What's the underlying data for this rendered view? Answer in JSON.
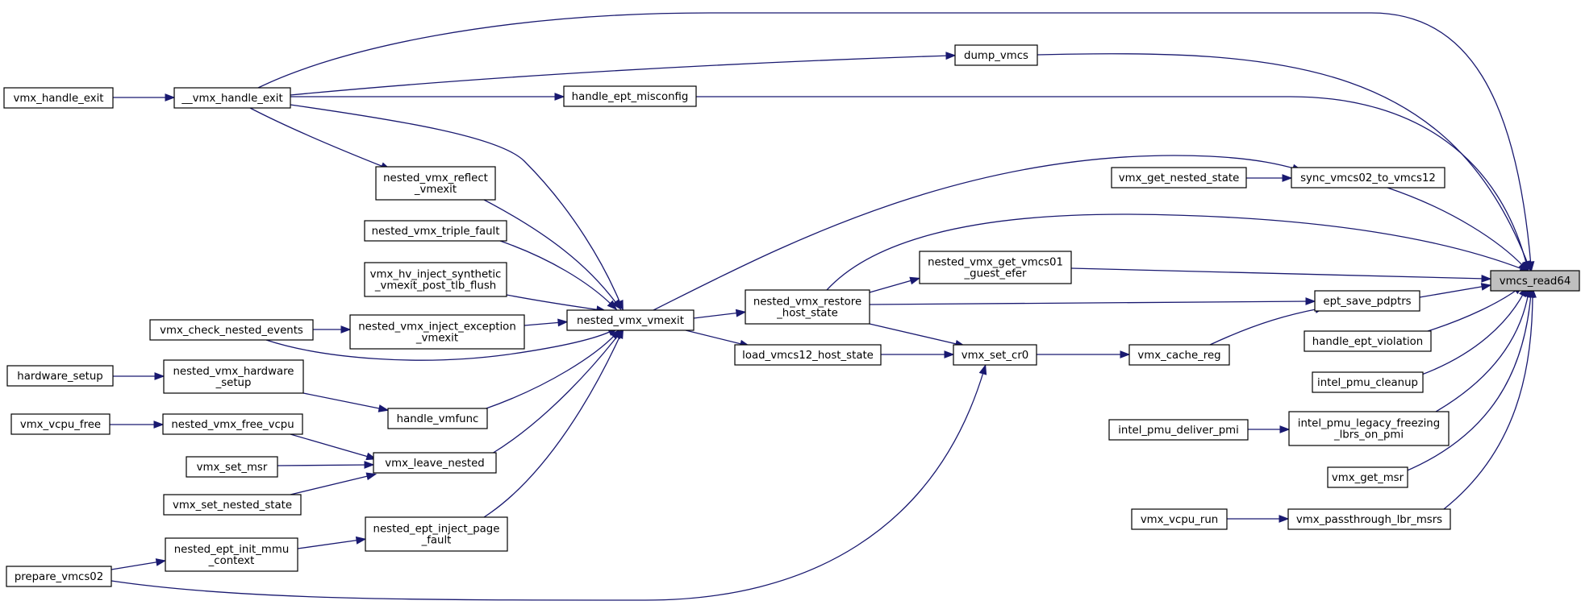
{
  "graph": {
    "edge_color": "#191970",
    "root_fill": "#bfbfbf",
    "nodes": [
      {
        "id": "vmcs_read64",
        "lines": [
          "vmcs_read64"
        ],
        "root": true
      },
      {
        "id": "vmx_handle_exit",
        "lines": [
          "vmx_handle_exit"
        ]
      },
      {
        "id": "__vmx_handle_exit",
        "lines": [
          "__vmx_handle_exit"
        ]
      },
      {
        "id": "dump_vmcs",
        "lines": [
          "dump_vmcs"
        ]
      },
      {
        "id": "handle_ept_misconfig",
        "lines": [
          "handle_ept_misconfig"
        ]
      },
      {
        "id": "nested_vmx_reflect_vmexit",
        "lines": [
          "nested_vmx_reflect",
          "_vmexit"
        ]
      },
      {
        "id": "nested_vmx_triple_fault",
        "lines": [
          "nested_vmx_triple_fault"
        ]
      },
      {
        "id": "vmx_hv_inject_synthetic_vmexit_post_tlb_flush",
        "lines": [
          "vmx_hv_inject_synthetic",
          "_vmexit_post_tlb_flush"
        ]
      },
      {
        "id": "vmx_check_nested_events",
        "lines": [
          "vmx_check_nested_events"
        ]
      },
      {
        "id": "nested_vmx_inject_exception_vmexit",
        "lines": [
          "nested_vmx_inject_exception",
          "_vmexit"
        ]
      },
      {
        "id": "nested_vmx_vmexit",
        "lines": [
          "nested_vmx_vmexit"
        ]
      },
      {
        "id": "hardware_setup",
        "lines": [
          "hardware_setup"
        ]
      },
      {
        "id": "nested_vmx_hardware_setup",
        "lines": [
          "nested_vmx_hardware",
          "_setup"
        ]
      },
      {
        "id": "handle_vmfunc",
        "lines": [
          "handle_vmfunc"
        ]
      },
      {
        "id": "vmx_vcpu_free",
        "lines": [
          "vmx_vcpu_free"
        ]
      },
      {
        "id": "nested_vmx_free_vcpu",
        "lines": [
          "nested_vmx_free_vcpu"
        ]
      },
      {
        "id": "vmx_set_msr",
        "lines": [
          "vmx_set_msr"
        ]
      },
      {
        "id": "vmx_leave_nested",
        "lines": [
          "vmx_leave_nested"
        ]
      },
      {
        "id": "vmx_set_nested_state",
        "lines": [
          "vmx_set_nested_state"
        ]
      },
      {
        "id": "nested_ept_inject_page_fault",
        "lines": [
          "nested_ept_inject_page",
          "_fault"
        ]
      },
      {
        "id": "nested_ept_init_mmu_context",
        "lines": [
          "nested_ept_init_mmu",
          "_context"
        ]
      },
      {
        "id": "prepare_vmcs02",
        "lines": [
          "prepare_vmcs02"
        ]
      },
      {
        "id": "nested_vmx_restore_host_state",
        "lines": [
          "nested_vmx_restore",
          "_host_state"
        ]
      },
      {
        "id": "load_vmcs12_host_state",
        "lines": [
          "load_vmcs12_host_state"
        ]
      },
      {
        "id": "nested_vmx_get_vmcs01_guest_efer",
        "lines": [
          "nested_vmx_get_vmcs01",
          "_guest_efer"
        ]
      },
      {
        "id": "vmx_set_cr0",
        "lines": [
          "vmx_set_cr0"
        ]
      },
      {
        "id": "vmx_get_nested_state",
        "lines": [
          "vmx_get_nested_state"
        ]
      },
      {
        "id": "sync_vmcs02_to_vmcs12",
        "lines": [
          "sync_vmcs02_to_vmcs12"
        ]
      },
      {
        "id": "vmx_cache_reg",
        "lines": [
          "vmx_cache_reg"
        ]
      },
      {
        "id": "ept_save_pdptrs",
        "lines": [
          "ept_save_pdptrs"
        ]
      },
      {
        "id": "handle_ept_violation",
        "lines": [
          "handle_ept_violation"
        ]
      },
      {
        "id": "intel_pmu_cleanup",
        "lines": [
          "intel_pmu_cleanup"
        ]
      },
      {
        "id": "intel_pmu_deliver_pmi",
        "lines": [
          "intel_pmu_deliver_pmi"
        ]
      },
      {
        "id": "intel_pmu_legacy_freezing_lbrs_on_pmi",
        "lines": [
          "intel_pmu_legacy_freezing",
          "_lbrs_on_pmi"
        ]
      },
      {
        "id": "vmx_get_msr",
        "lines": [
          "vmx_get_msr"
        ]
      },
      {
        "id": "vmx_vcpu_run",
        "lines": [
          "vmx_vcpu_run"
        ]
      },
      {
        "id": "vmx_passthrough_lbr_msrs",
        "lines": [
          "vmx_passthrough_lbr_msrs"
        ]
      }
    ],
    "edges": [
      {
        "from": "vmx_handle_exit",
        "to": "__vmx_handle_exit"
      },
      {
        "from": "__vmx_handle_exit",
        "to": "vmcs_read64"
      },
      {
        "from": "__vmx_handle_exit",
        "to": "dump_vmcs"
      },
      {
        "from": "__vmx_handle_exit",
        "to": "handle_ept_misconfig"
      },
      {
        "from": "__vmx_handle_exit",
        "to": "nested_vmx_reflect_vmexit"
      },
      {
        "from": "__vmx_handle_exit",
        "to": "nested_vmx_vmexit"
      },
      {
        "from": "dump_vmcs",
        "to": "vmcs_read64"
      },
      {
        "from": "handle_ept_misconfig",
        "to": "vmcs_read64"
      },
      {
        "from": "nested_vmx_reflect_vmexit",
        "to": "nested_vmx_vmexit"
      },
      {
        "from": "nested_vmx_triple_fault",
        "to": "nested_vmx_vmexit"
      },
      {
        "from": "vmx_hv_inject_synthetic_vmexit_post_tlb_flush",
        "to": "nested_vmx_vmexit"
      },
      {
        "from": "nested_vmx_inject_exception_vmexit",
        "to": "nested_vmx_vmexit"
      },
      {
        "from": "vmx_check_nested_events",
        "to": "nested_vmx_inject_exception_vmexit"
      },
      {
        "from": "vmx_check_nested_events",
        "to": "nested_vmx_vmexit"
      },
      {
        "from": "hardware_setup",
        "to": "nested_vmx_hardware_setup"
      },
      {
        "from": "nested_vmx_hardware_setup",
        "to": "handle_vmfunc"
      },
      {
        "from": "handle_vmfunc",
        "to": "nested_vmx_vmexit"
      },
      {
        "from": "vmx_vcpu_free",
        "to": "nested_vmx_free_vcpu"
      },
      {
        "from": "nested_vmx_free_vcpu",
        "to": "vmx_leave_nested"
      },
      {
        "from": "vmx_set_msr",
        "to": "vmx_leave_nested"
      },
      {
        "from": "vmx_set_nested_state",
        "to": "vmx_leave_nested"
      },
      {
        "from": "vmx_leave_nested",
        "to": "nested_vmx_vmexit"
      },
      {
        "from": "nested_ept_inject_page_fault",
        "to": "nested_vmx_vmexit"
      },
      {
        "from": "nested_ept_init_mmu_context",
        "to": "nested_ept_inject_page_fault"
      },
      {
        "from": "prepare_vmcs02",
        "to": "nested_ept_init_mmu_context"
      },
      {
        "from": "prepare_vmcs02",
        "to": "vmx_set_cr0"
      },
      {
        "from": "nested_vmx_vmexit",
        "to": "sync_vmcs02_to_vmcs12"
      },
      {
        "from": "nested_vmx_vmexit",
        "to": "nested_vmx_restore_host_state"
      },
      {
        "from": "nested_vmx_vmexit",
        "to": "load_vmcs12_host_state"
      },
      {
        "from": "nested_vmx_restore_host_state",
        "to": "vmcs_read64"
      },
      {
        "from": "nested_vmx_restore_host_state",
        "to": "nested_vmx_get_vmcs01_guest_efer"
      },
      {
        "from": "nested_vmx_restore_host_state",
        "to": "ept_save_pdptrs"
      },
      {
        "from": "nested_vmx_restore_host_state",
        "to": "vmx_set_cr0"
      },
      {
        "from": "load_vmcs12_host_state",
        "to": "vmx_set_cr0"
      },
      {
        "from": "nested_vmx_get_vmcs01_guest_efer",
        "to": "vmcs_read64"
      },
      {
        "from": "vmx_set_cr0",
        "to": "vmx_cache_reg"
      },
      {
        "from": "vmx_cache_reg",
        "to": "ept_save_pdptrs"
      },
      {
        "from": "vmx_get_nested_state",
        "to": "sync_vmcs02_to_vmcs12"
      },
      {
        "from": "sync_vmcs02_to_vmcs12",
        "to": "vmcs_read64"
      },
      {
        "from": "ept_save_pdptrs",
        "to": "vmcs_read64"
      },
      {
        "from": "handle_ept_violation",
        "to": "vmcs_read64"
      },
      {
        "from": "intel_pmu_cleanup",
        "to": "vmcs_read64"
      },
      {
        "from": "intel_pmu_deliver_pmi",
        "to": "intel_pmu_legacy_freezing_lbrs_on_pmi"
      },
      {
        "from": "intel_pmu_legacy_freezing_lbrs_on_pmi",
        "to": "vmcs_read64"
      },
      {
        "from": "vmx_get_msr",
        "to": "vmcs_read64"
      },
      {
        "from": "vmx_vcpu_run",
        "to": "vmx_passthrough_lbr_msrs"
      },
      {
        "from": "vmx_passthrough_lbr_msrs",
        "to": "vmcs_read64"
      }
    ]
  }
}
